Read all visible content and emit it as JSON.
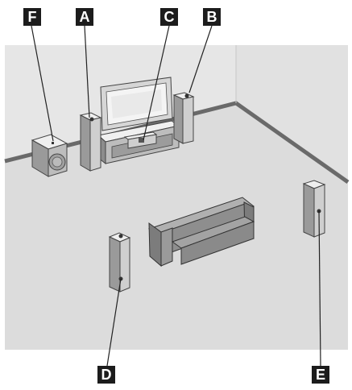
{
  "labels": {
    "a": "A",
    "b": "B",
    "c": "C",
    "d": "D",
    "e": "E",
    "f": "F"
  },
  "colors": {
    "room_floor": "#dcdcdc",
    "room_wall_back": "#e6e6e6",
    "room_wall_right": "#e1e1e1",
    "baseboard": "#6a6a6a",
    "speaker_front": "#cfcfcf",
    "speaker_side": "#9a9a9a",
    "speaker_top": "#efefef",
    "sofa": "#8e8e8e",
    "label_box": "#1c1c1c"
  }
}
